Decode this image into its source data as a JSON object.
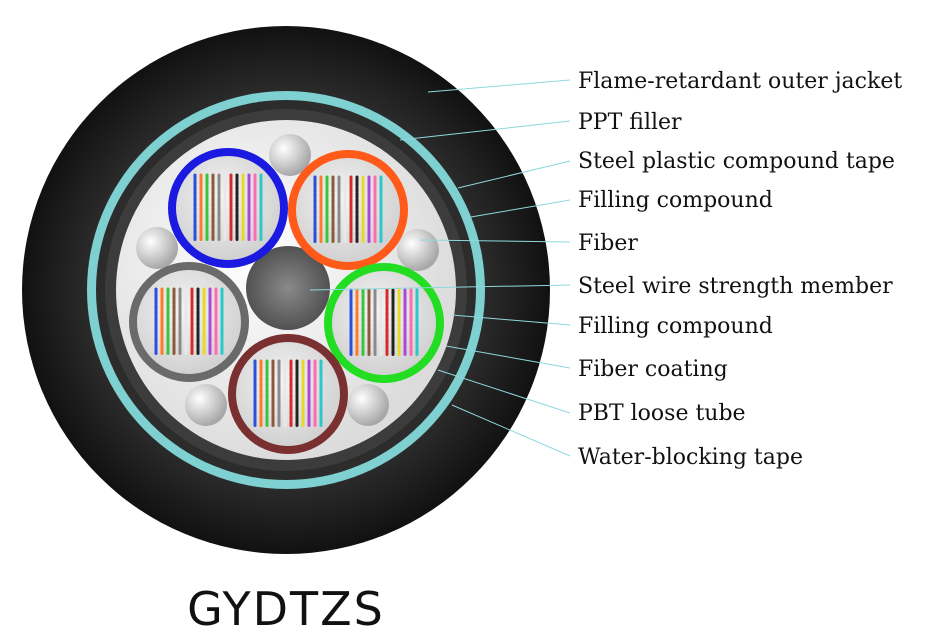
{
  "title": "GYDTZS",
  "labels": [
    "Flame-retardant outer jacket",
    "PPT filler",
    "Steel plastic compound tape",
    "Filling compound",
    "Fiber",
    "Steel wire strength member",
    "Filling compound",
    "Fiber coating",
    "PBT loose tube",
    "Water-blocking tape"
  ],
  "colors": {
    "jacket": "#1e1e1e",
    "armor_tape": "#7fd0d0",
    "inner_sheath": "#2c2c2c",
    "core_fill": "#ffffff",
    "strength_member": "#606060",
    "leader_line": "#8fd8de",
    "tube_blue": "#1a1ae0",
    "tube_orange": "#ff5a1a",
    "tube_green": "#22dd22",
    "tube_gray": "#6a6a6a",
    "tube_brown": "#7a3030"
  },
  "tubes": [
    {
      "color": "#1a1ae0"
    },
    {
      "color": "#ff5a1a"
    },
    {
      "color": "#6a6a6a"
    },
    {
      "color": "#22dd22"
    },
    {
      "color": "#7a3030"
    }
  ]
}
